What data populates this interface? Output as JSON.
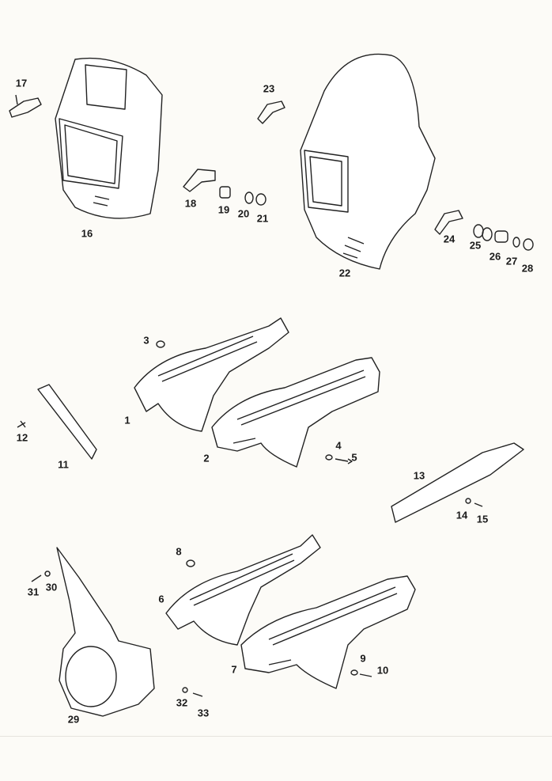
{
  "labels": {
    "p1": "1",
    "p2": "2",
    "p3": "3",
    "p4": "4",
    "p5": "5",
    "p6": "6",
    "p7": "7",
    "p8": "8",
    "p9": "9",
    "p10": "10",
    "p11": "11",
    "p12": "12",
    "p13": "13",
    "p14": "14",
    "p15": "15",
    "p16": "16",
    "p17": "17",
    "p18": "18",
    "p19": "19",
    "p20": "20",
    "p21": "21",
    "p22": "22",
    "p23": "23",
    "p24": "24",
    "p25": "25",
    "p26": "26",
    "p27": "27",
    "p28": "28",
    "p29": "29",
    "p30": "30",
    "p31": "31",
    "p32": "32",
    "p33": "33"
  }
}
